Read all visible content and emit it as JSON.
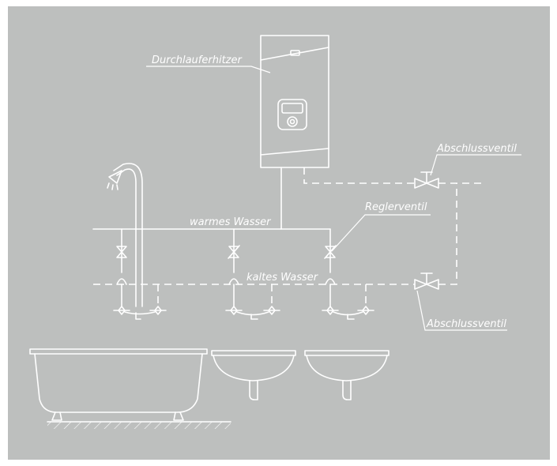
{
  "colors": {
    "background": "#bdbfbe",
    "frame": "#ffffff",
    "line": "#ffffff"
  },
  "labels": {
    "heater": "Durchlauferhitzer",
    "shutoff_top": "Abschlussventil",
    "regulator": "Reglerventil",
    "warm_water": "warmes Wasser",
    "cold_water": "kaltes Wasser",
    "shutoff_bottom": "Abschlussventil"
  }
}
